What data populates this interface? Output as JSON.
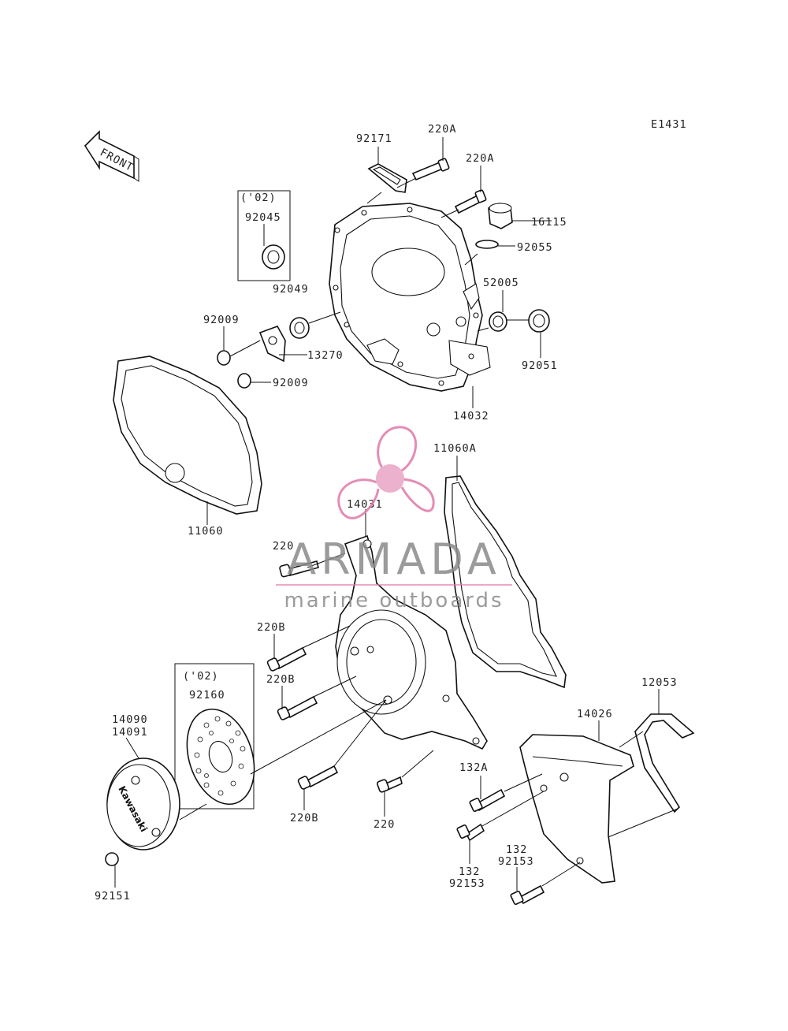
{
  "diagram_id": "E1431",
  "direction_label": "FRONT",
  "part_labels": {
    "p92171": "92171",
    "p220A_1": "220A",
    "p220A_2": "220A",
    "p16115": "16115",
    "p92055": "92055",
    "p52005": "52005",
    "p92051": "92051",
    "p14032": "14032",
    "p02_top": "('02)",
    "p92045": "92045",
    "p92049": "92049",
    "p92009_1": "92009",
    "p13270": "13270",
    "p92009_2": "92009",
    "p11060": "11060",
    "p11060A": "11060A",
    "p14031": "14031",
    "p220_1": "220",
    "p220B_1": "220B",
    "p220B_2": "220B",
    "p220B_3": "220B",
    "p220_2": "220",
    "p02_bottom": "('02)",
    "p92160": "92160",
    "p14090": "14090",
    "p14091": "14091",
    "p92151": "92151",
    "p12053": "12053",
    "p14026": "14026",
    "p132A": "132A",
    "p132_1": "132",
    "p92153_1": "92153",
    "p132_2": "132",
    "p92153_2": "92153"
  },
  "cover_brand": "Kawasaki",
  "watermark": {
    "name": "ARMADA",
    "tagline": "marine outboards"
  },
  "colors": {
    "line": "#111111",
    "watermark_pink": "#e07aa8",
    "watermark_gray": "#8a8a8a"
  }
}
